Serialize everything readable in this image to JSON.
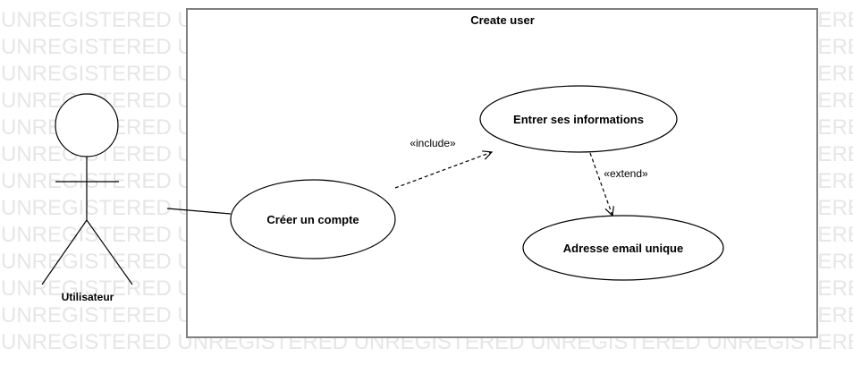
{
  "watermark": {
    "text": "UNREGISTERED",
    "color": "#e6e6e6"
  },
  "system": {
    "title": "Create user"
  },
  "actor": {
    "name": "Utilisateur"
  },
  "use_cases": {
    "creer": "Créer un compte",
    "entrer": "Entrer ses informations",
    "adresse": "Adresse email unique"
  },
  "relations": {
    "include": "«include»",
    "extend": "«extend»"
  },
  "colors": {
    "boundary": "#808080",
    "line": "#000000"
  }
}
